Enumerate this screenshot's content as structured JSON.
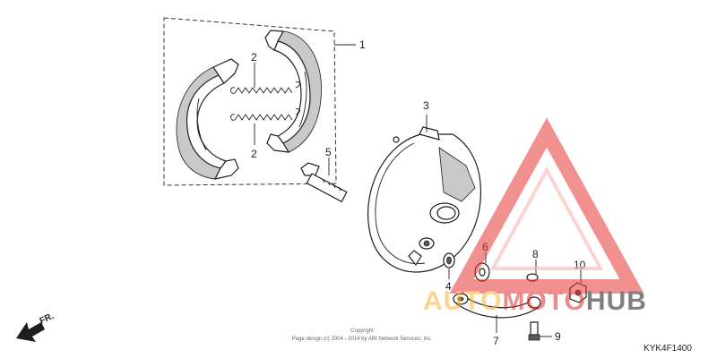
{
  "callouts": {
    "c1": "1",
    "c2a": "2",
    "c2b": "2",
    "c3": "3",
    "c4": "4",
    "c5": "5",
    "c6": "6",
    "c7": "7",
    "c8": "8",
    "c9": "9",
    "c10": "10"
  },
  "direction_label": "FR.",
  "copyright": {
    "line1": "Copyright",
    "line2": "Page design (c) 2004 - 2014 by ARI Network Services, Inc."
  },
  "diagram_code": "KYK4F1400",
  "watermark": {
    "part1": "AUTO",
    "part2": "MOTO",
    "part3": "HUB",
    "colors": {
      "auto": "#f5b335",
      "moto": "#e02e2e",
      "hub": "#1a1a1a",
      "triangle": "#e53935"
    }
  }
}
